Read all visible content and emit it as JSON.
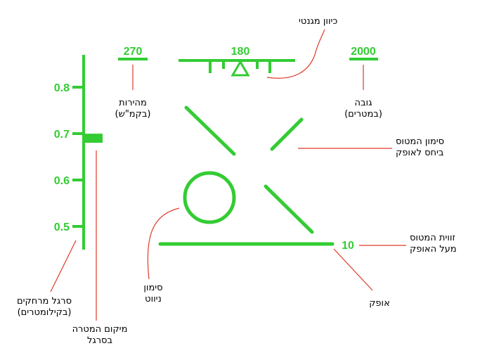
{
  "colors": {
    "hud_green": "#33cc33",
    "callout_red": "#e03a2a",
    "label_black": "#000000"
  },
  "hud": {
    "speed_value": "270",
    "heading_value": "180",
    "altitude_value": "2000",
    "pitch_value": "10",
    "range_scale_ticks": [
      "0.8",
      "0.7",
      "0.6",
      "0.5"
    ],
    "target_range_value": 0.69
  },
  "labels": {
    "magnetic_heading": "כיוון מגנטי",
    "speed_line1": "מהירות",
    "speed_line2": "(בקמ\"ש)",
    "altitude_line1": "גובה",
    "altitude_line2": "(במטרים)",
    "attitude_line1": "סימון המטוס",
    "attitude_line2": "ביחס לאופק",
    "pitch_line1": "זווית המטוס",
    "pitch_line2": "מעל האופק",
    "horizon": "אופק",
    "nav_line1": "סימון",
    "nav_line2": "ניווט",
    "range_bar_line1": "סרגל מרחקים",
    "range_bar_line2": "(בקילומטרים)",
    "target_pos_line1": "מיקום המטרה",
    "target_pos_line2": "בסרגל"
  }
}
